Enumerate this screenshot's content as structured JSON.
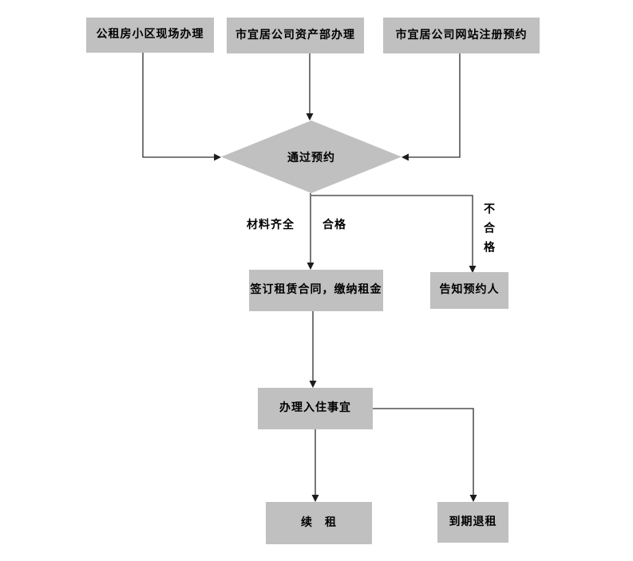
{
  "diagram": {
    "type": "flowchart",
    "nodes": {
      "entry_onsite": {
        "label": "公租房小区现场办理"
      },
      "entry_assets": {
        "label": "市宜居公司资产部办理"
      },
      "entry_website": {
        "label": "市宜居公司网站注册预约"
      },
      "decision": {
        "label": "通过预约"
      },
      "sign_contract": {
        "label": "签订租赁合同，缴纳租金"
      },
      "notify_person": {
        "label": "告知预约人"
      },
      "move_in": {
        "label": "办理入住事宜"
      },
      "renew_lease": {
        "label": "续　租"
      },
      "expire_return": {
        "label": "到期退租"
      }
    },
    "edge_labels": {
      "materials_complete": "材料齐全",
      "qualified": "合格",
      "not_qualified": "不合格"
    },
    "colors": {
      "node_fill": "#c0c0c0",
      "node_text": "#000000",
      "line": "#2e2e2e",
      "background": "#ffffff"
    }
  }
}
